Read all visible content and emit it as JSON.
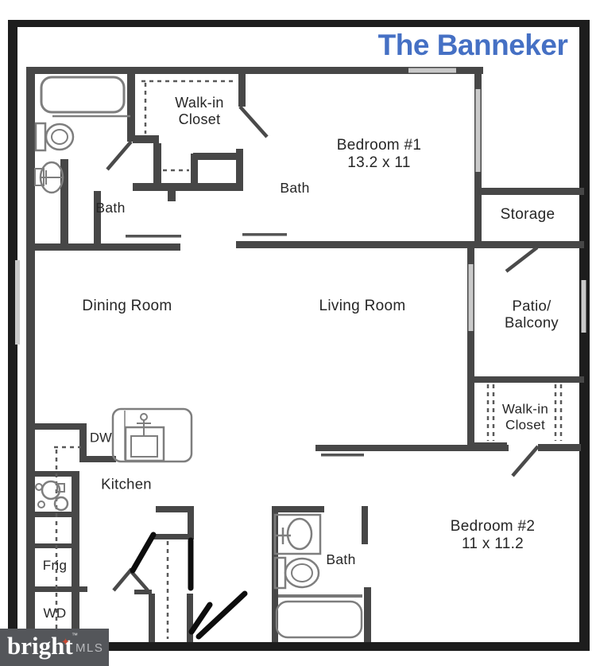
{
  "title": "The Banneker",
  "rooms": {
    "walk_in_closet_top": "Walk-in\nCloset",
    "bath_top_left": "Bath",
    "bath_hall": "Bath",
    "bedroom1": {
      "name": "Bedroom #1",
      "dims": "13.2 x 11"
    },
    "storage": "Storage",
    "dining_room": "Dining Room",
    "living_room": "Living Room",
    "patio_balcony": "Patio/\nBalcony",
    "walk_in_closet_right": "Walk-in\nCloset",
    "kitchen": "Kitchen",
    "dishwasher": "DW",
    "fridge": "Frig",
    "washer_dryer": "WD",
    "bath_lower": "Bath",
    "bedroom2": {
      "name": "Bedroom #2",
      "dims": "11 x 11.2"
    }
  },
  "watermark": {
    "brand": "bright",
    "trademark": "™",
    "star": "✦",
    "suffix": "MLS"
  },
  "colors": {
    "title_blue": "#4570c4",
    "wall_gray": "#474747",
    "frame_black": "#1d1d1d",
    "fixture_gray": "#7e7e7e",
    "window_gray": "#c9c9c9",
    "annotation_black": "#0d0d0d",
    "label_text": "#262626",
    "watermark_bg": "#54565a",
    "watermark_text": "#fdfdfd",
    "watermark_mls": "#b9babd",
    "watermark_star": "#c94a33"
  }
}
